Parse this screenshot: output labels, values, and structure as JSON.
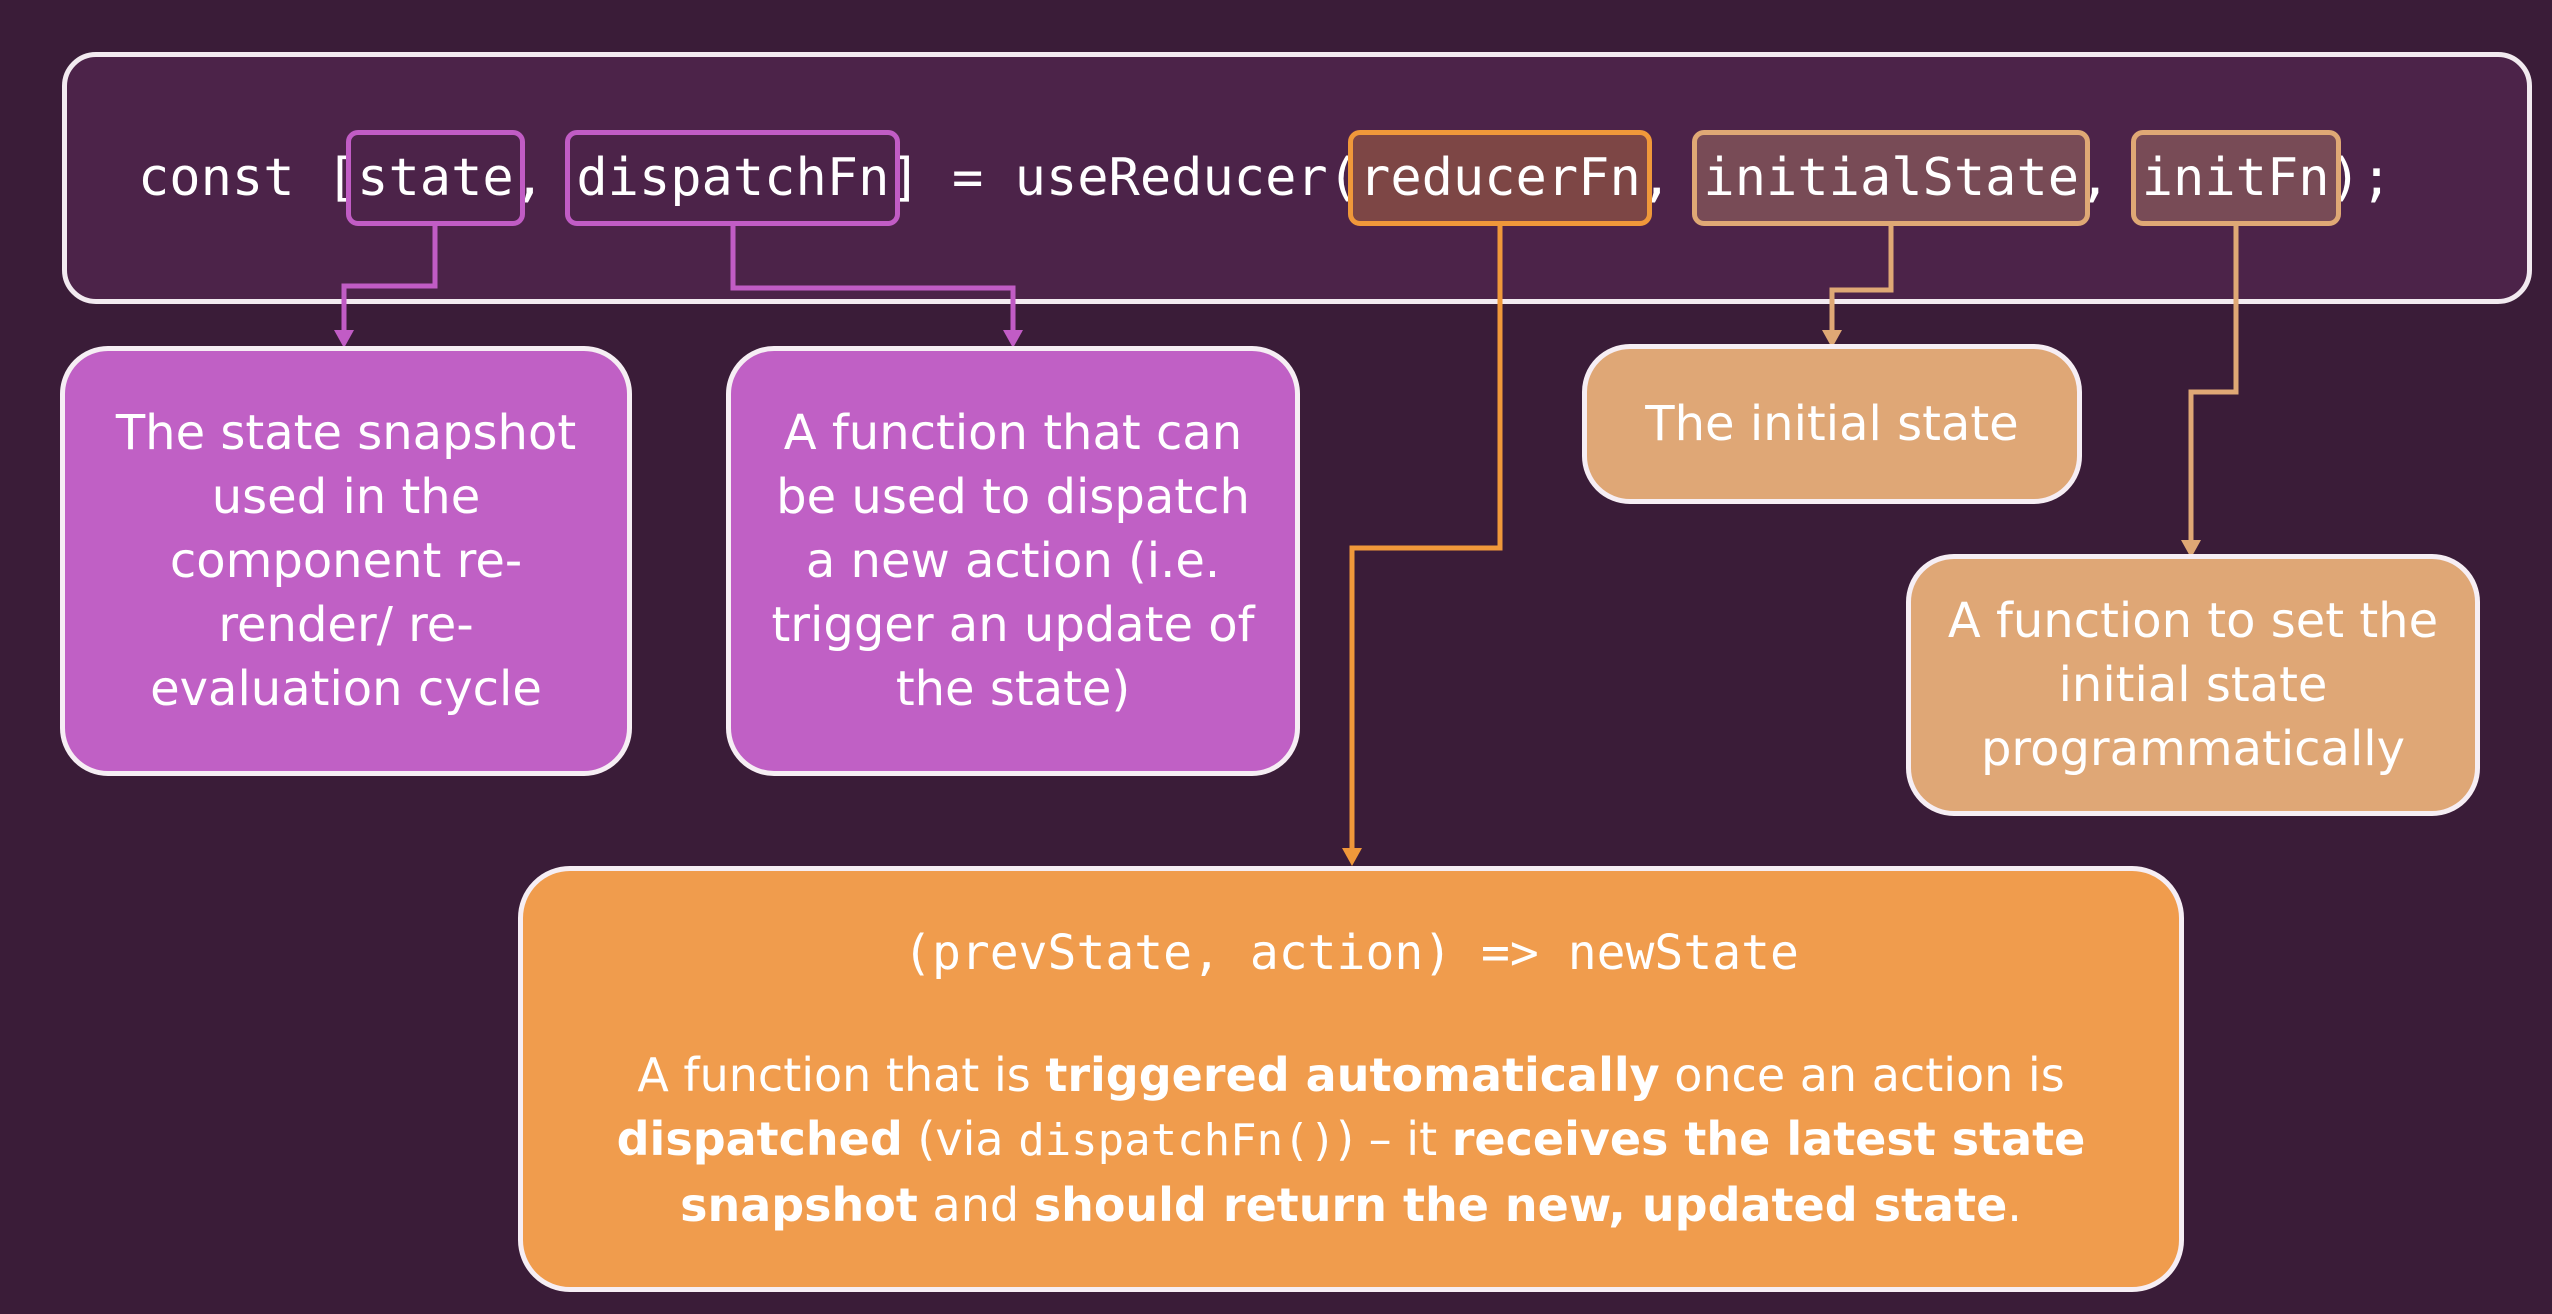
{
  "code": {
    "prefix": "const [",
    "state": "state",
    "sep1": ", ",
    "dispatch": "dispatchFn",
    "mid": "] = useReducer(",
    "reducer": "reducerFn",
    "sep2": ", ",
    "initial": "initialState",
    "sep3": ", ",
    "init": "initFn",
    "suffix": ");"
  },
  "cards": {
    "state_desc": "The state snapshot used in the component re-render/ re-evaluation cycle",
    "dispatch_desc": "A function that can be used to dispatch a new action (i.e. trigger an update of the state)",
    "initial_desc": "The initial state",
    "init_desc": "A function to set the initial state programmatically",
    "reducer": {
      "signature": "(prevState, action) => newState",
      "t1": "A function that is ",
      "b1": "triggered automatically",
      "t2": " once an action is ",
      "b2": "dispatched",
      "t3": " (via ",
      "code": "dispatchFn()",
      "t4": ") – it ",
      "b3": "receives the latest state snapshot",
      "t5": " and ",
      "b4": "should return the new, updated state",
      "t6": "."
    }
  },
  "colors": {
    "background": "#3a1c38",
    "code_box": "#4c2349",
    "pink": "#c060c5",
    "orange": "#f09c4d",
    "tan": "#dfa776"
  }
}
